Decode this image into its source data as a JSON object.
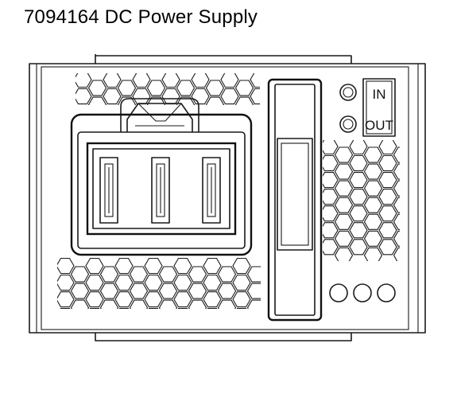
{
  "title": "7094164 DC Power Supply",
  "indicators": [
    {
      "label": "IN",
      "led": "in-led"
    },
    {
      "label": "OUT",
      "led": "out-led"
    }
  ]
}
